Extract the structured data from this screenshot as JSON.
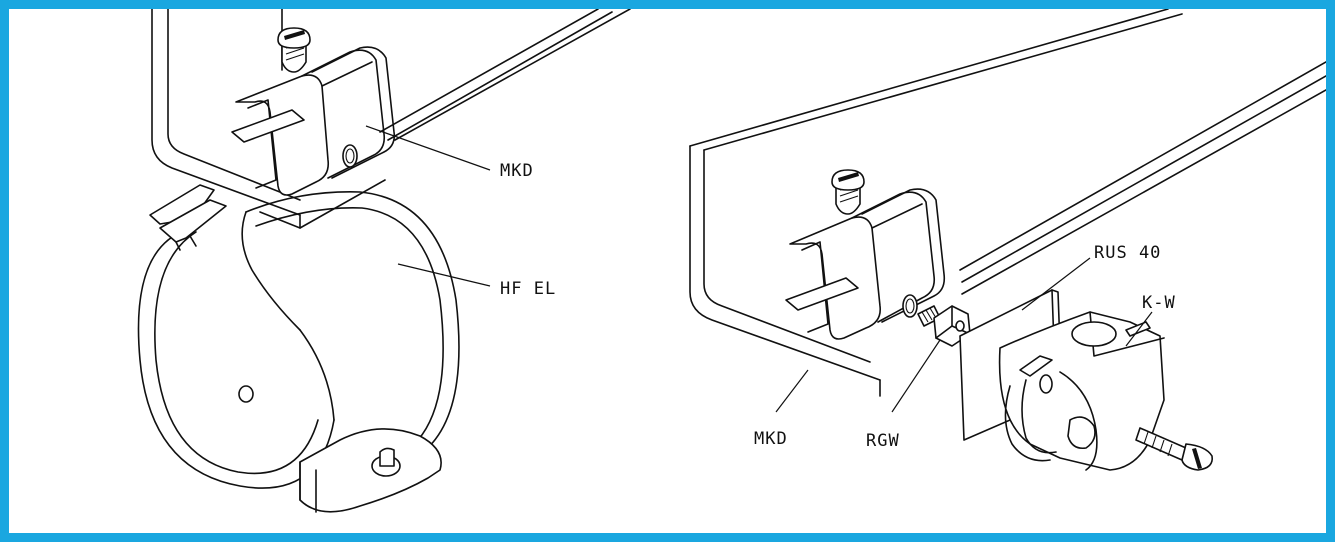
{
  "colors": {
    "border": "#1aa7e0",
    "line": "#111111",
    "background": "#ffffff"
  },
  "labels": {
    "left_mkd": "MKD",
    "left_hfel": "HF EL",
    "right_rus40": "RUS 40",
    "right_kw": "K-W",
    "right_mkd": "MKD",
    "right_rgw": "RGW"
  }
}
